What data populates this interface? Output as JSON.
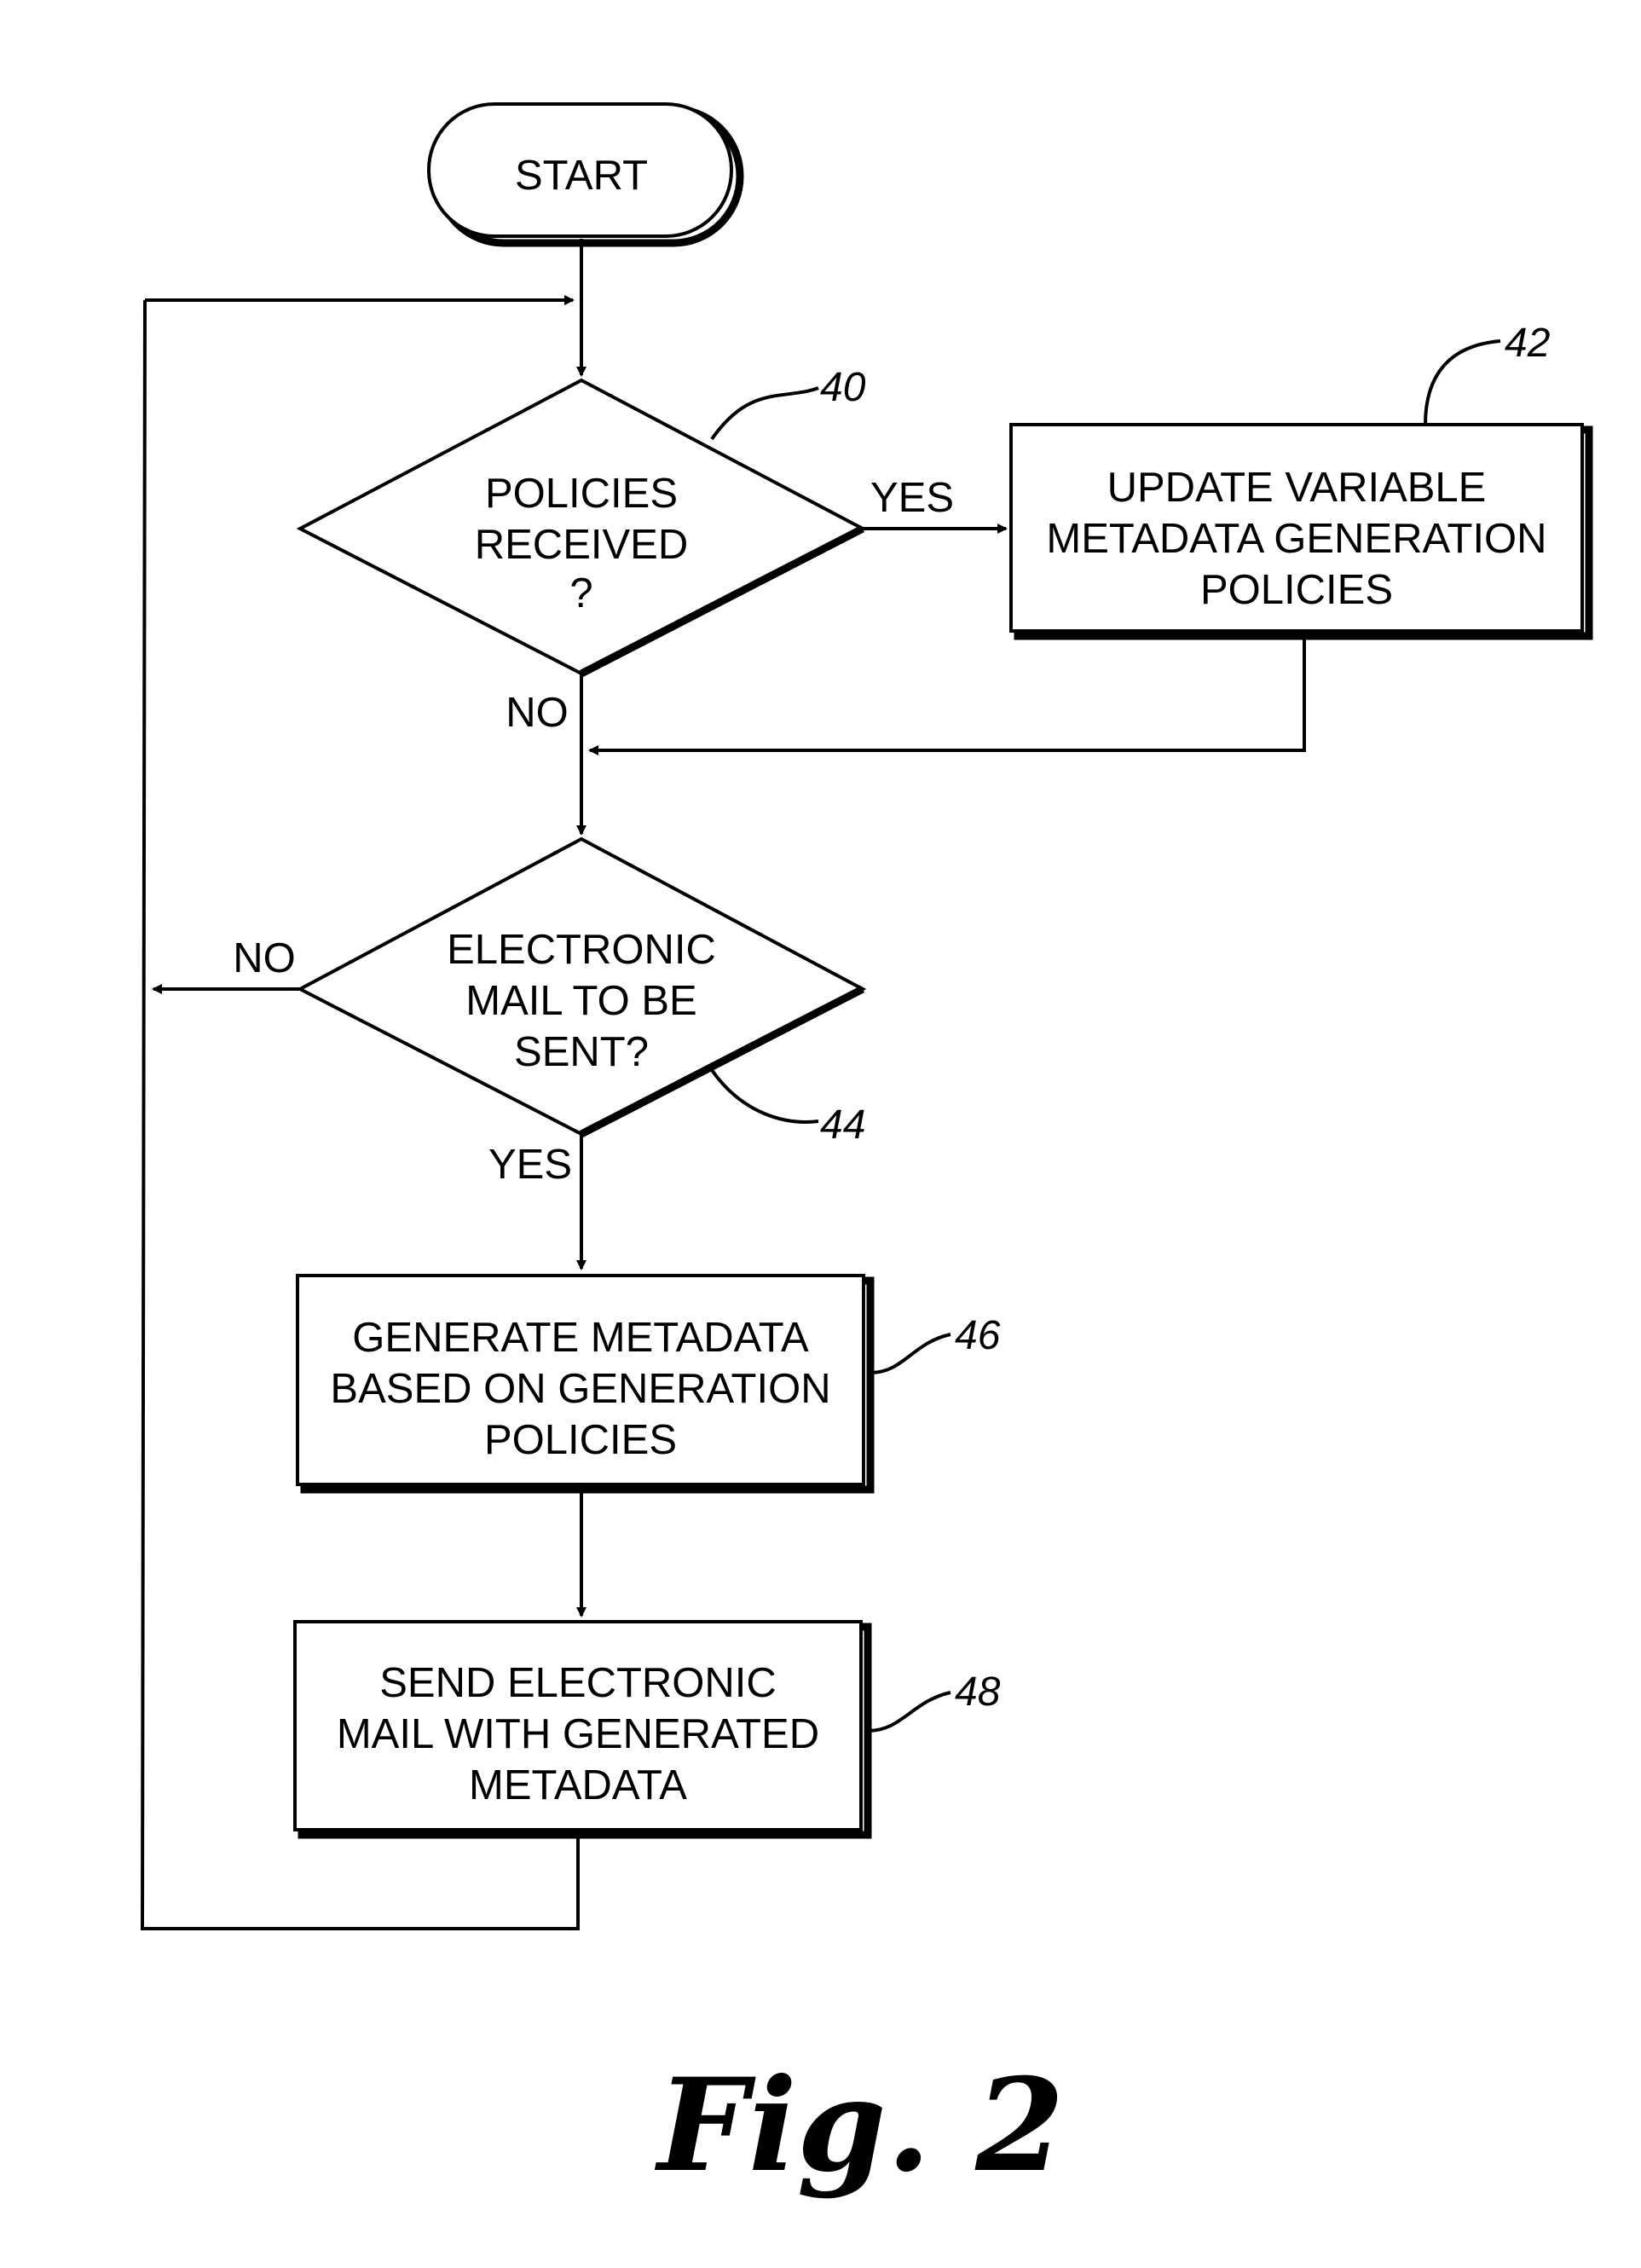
{
  "nodes": {
    "start": {
      "label": "START"
    },
    "decision_40": {
      "lines": [
        "POLICIES",
        "RECEIVED",
        "?"
      ],
      "ref": "40"
    },
    "process_42": {
      "lines": [
        "UPDATE VARIABLE",
        "METADATA GENERATION",
        "POLICIES"
      ],
      "ref": "42"
    },
    "decision_44": {
      "lines": [
        "ELECTRONIC",
        "MAIL TO BE",
        "SENT?"
      ],
      "ref": "44"
    },
    "process_46": {
      "lines": [
        "GENERATE METADATA",
        "BASED ON GENERATION",
        "POLICIES"
      ],
      "ref": "46"
    },
    "process_48": {
      "lines": [
        "SEND ELECTRONIC",
        "MAIL WITH GENERATED",
        "METADATA"
      ],
      "ref": "48"
    }
  },
  "edge_labels": {
    "d40_yes": "YES",
    "d40_no": "NO",
    "d44_no": "NO",
    "d44_yes": "YES"
  },
  "figure_label": "Fig. 2"
}
